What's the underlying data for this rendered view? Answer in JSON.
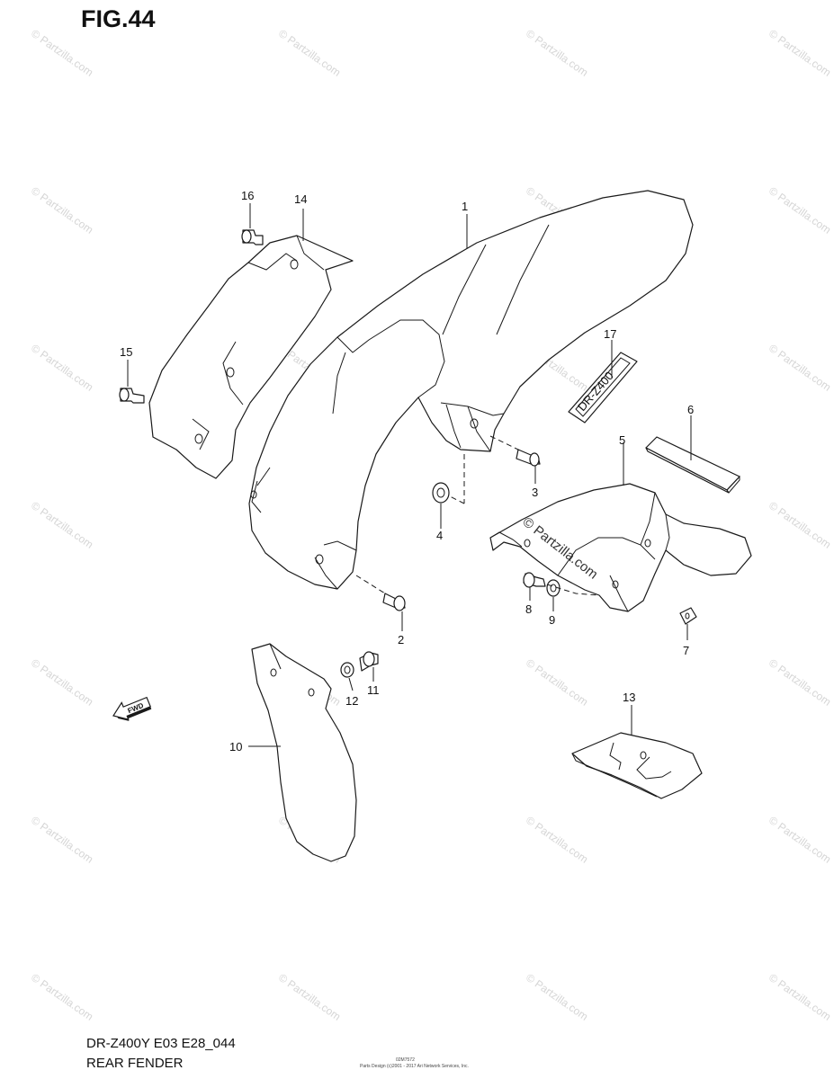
{
  "figure": {
    "title": "FIG.44",
    "model_code": "DR-Z400Y E03 E28_044",
    "name": "REAR FENDER",
    "small_code": "02M7572",
    "copyright": "Parts Design (c)2001 - 2017 Ari Network Services, Inc."
  },
  "watermark": {
    "text": "© Partzilla.com",
    "center_text": "© Partzilla.com"
  },
  "fwd_label": "FWD",
  "callouts": [
    "1",
    "2",
    "3",
    "4",
    "5",
    "6",
    "7",
    "8",
    "9",
    "10",
    "11",
    "12",
    "13",
    "14",
    "15",
    "16",
    "17"
  ],
  "decal_text": "DR-Z400"
}
